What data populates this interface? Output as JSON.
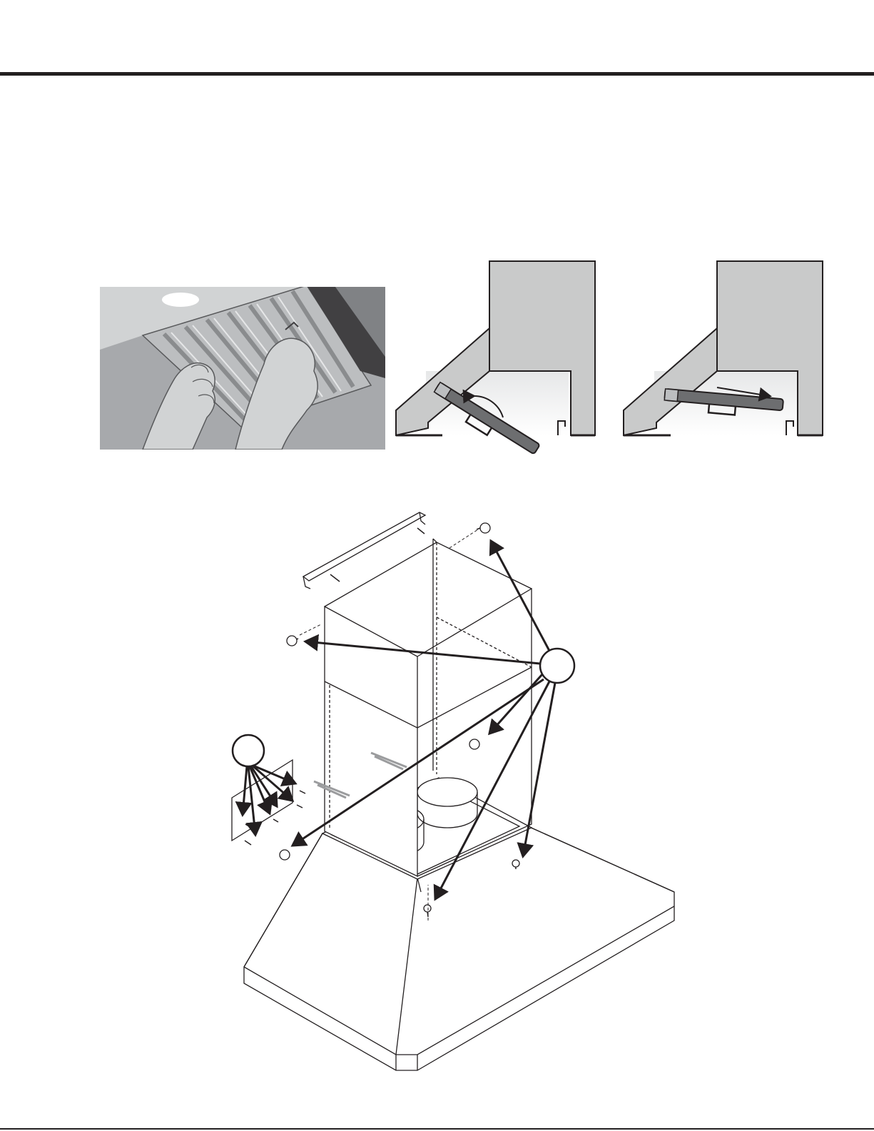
{
  "figures": [
    {
      "id": "filter-removal-hands",
      "description_icon": "hands-removing-filter-icon"
    },
    {
      "id": "filter-tilt-step",
      "description_icon": "rotate-arrow-icon"
    },
    {
      "id": "filter-slide-step",
      "description_icon": "slide-arrow-icon"
    },
    {
      "id": "exploded-hood-assembly",
      "description_icon": "exploded-view-icon"
    }
  ],
  "colors": {
    "line": "#231f20",
    "panel_gray": "#c9caca",
    "filter_dark": "#6d6e70",
    "hood_gray": "#9b9c9e",
    "background": "#ffffff"
  }
}
